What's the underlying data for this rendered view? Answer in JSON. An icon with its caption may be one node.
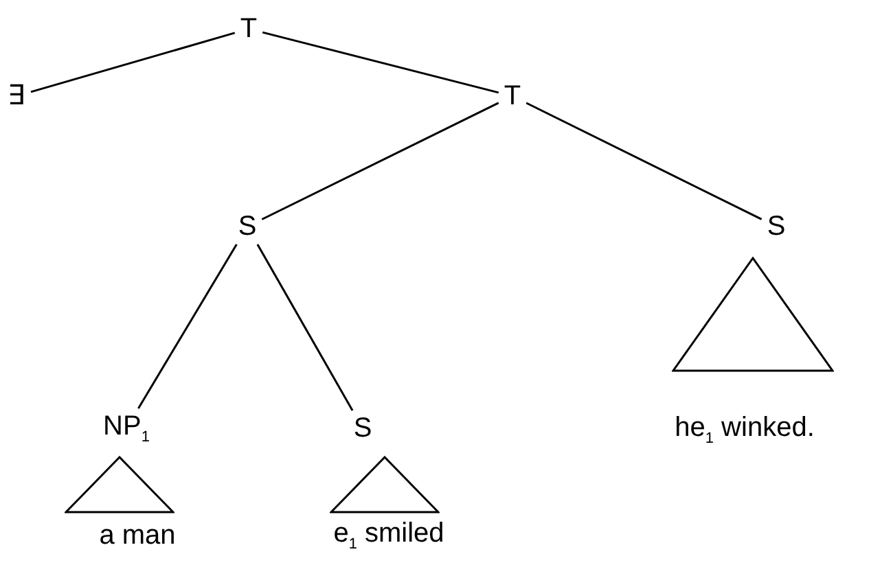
{
  "diagram": {
    "nodes": [
      {
        "text": [
          "T"
        ]
      },
      {
        "text": [
          "∃"
        ]
      },
      {
        "text": [
          "T"
        ]
      },
      {
        "text": [
          "S"
        ]
      },
      {
        "text": [
          "S"
        ]
      },
      {
        "text": [
          "NP$_{1}$"
        ]
      },
      {
        "text": [
          "S"
        ]
      },
      {
        "text": [
          "he$_{1}$ winked."
        ]
      },
      {
        "text": [
          "a man"
        ]
      },
      {
        "text": [
          "e$_{1}$ smiled"
        ]
      },
      {
        "text": [],
        "shape": "triangle"
      },
      {
        "text": [],
        "shape": "triangle"
      },
      {
        "text": [],
        "shape": "triangle"
      }
    ],
    "edges": [
      {
        "from": 0,
        "to": 1,
        "arrow": "none"
      },
      {
        "from": 0,
        "to": 2,
        "arrow": "none"
      },
      {
        "from": 2,
        "to": 3,
        "arrow": "none"
      },
      {
        "from": 2,
        "to": 4,
        "arrow": "none"
      },
      {
        "from": 3,
        "to": 5,
        "arrow": "none"
      },
      {
        "from": 3,
        "to": 6,
        "arrow": "none"
      }
    ]
  }
}
